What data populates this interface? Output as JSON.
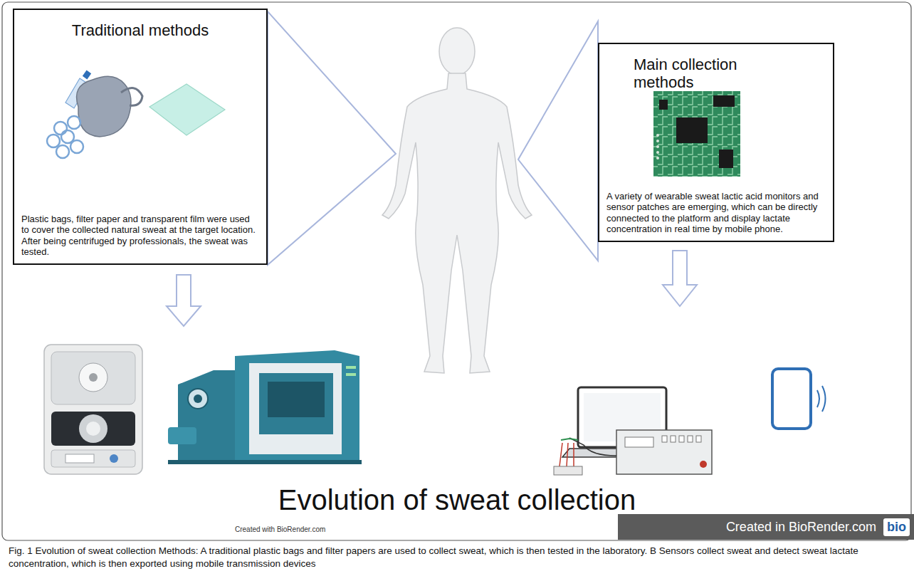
{
  "diagram": {
    "title": "Evolution of sweat collection",
    "caption": "Fig. 1 Evolution of sweat collection Methods: A traditional plastic bags and filter papers are used to collect sweat, which is then tested in the laboratory. B Sensors collect sweat and detect sweat lactate concentration, which is then exported using mobile transmission devices",
    "nodes": [
      {
        "text": [
          "Traditional methods",
          "Plastic bags, filter paper and transparent film were used to cover the collected natural sweat at the target location. After being centrifuged by professionals, the sweat was tested."
        ]
      },
      {
        "text": [
          "Main collection methods",
          "A variety of wearable sweat lactic acid monitors and sensor patches are emerging, which can be directly connected to the platform and display lactate concentration in real time by mobile phone."
        ]
      },
      {
        "text": [
          "Created in BioRender.com",
          "bio"
        ]
      }
    ],
    "labels": [
      "Created with BioRender.com"
    ]
  }
}
